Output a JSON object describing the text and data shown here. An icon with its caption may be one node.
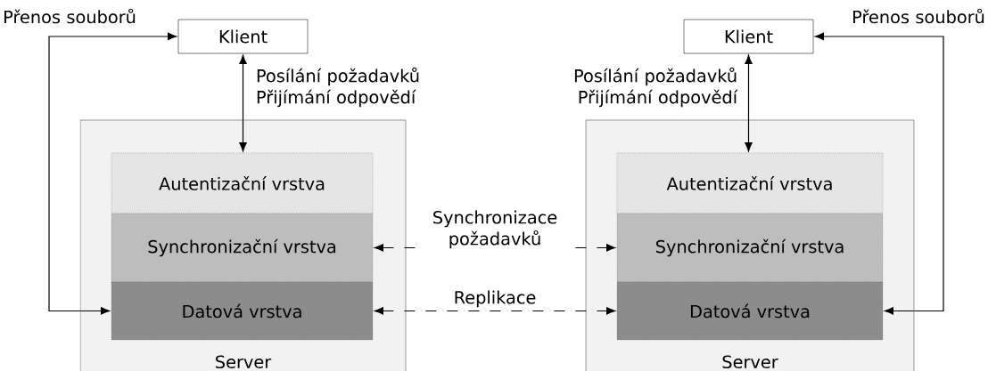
{
  "diagram": {
    "nodes": [
      {
        "text": [
          "Klient"
        ]
      },
      {
        "text": [
          "Server"
        ]
      },
      {
        "text": [
          "Autentizační vrstva"
        ],
        "in": 1
      },
      {
        "text": [
          "Synchronizační vrstva"
        ],
        "in": 1
      },
      {
        "text": [
          "Datová vrstva"
        ],
        "in": 1
      },
      {
        "text": [
          "Klient"
        ]
      },
      {
        "text": [
          "Server"
        ]
      },
      {
        "text": [
          "Autentizační vrstva"
        ],
        "in": 6
      },
      {
        "text": [
          "Synchronizační vrstva"
        ],
        "in": 6
      },
      {
        "text": [
          "Datová vrstva"
        ],
        "in": 6
      }
    ],
    "edges": [
      {
        "from": 0,
        "to": 2,
        "arrow": "both",
        "label": "Posílání požadavků Přijímání odpovědí"
      },
      {
        "from": 0,
        "to": 4,
        "arrow": "both",
        "label": "Přenos souborů"
      },
      {
        "from": 3,
        "to": 8,
        "arrow": "both",
        "style": "dashed",
        "label": "Synchronizace požadavků"
      },
      {
        "from": 4,
        "to": 9,
        "arrow": "both",
        "style": "dashed",
        "label": "Replikace"
      },
      {
        "from": 5,
        "to": 7,
        "arrow": "both",
        "label": "Posílání požadavků Přijímání odpovědí"
      },
      {
        "from": 5,
        "to": 9,
        "arrow": "both",
        "label": "Přenos souborů"
      }
    ]
  }
}
